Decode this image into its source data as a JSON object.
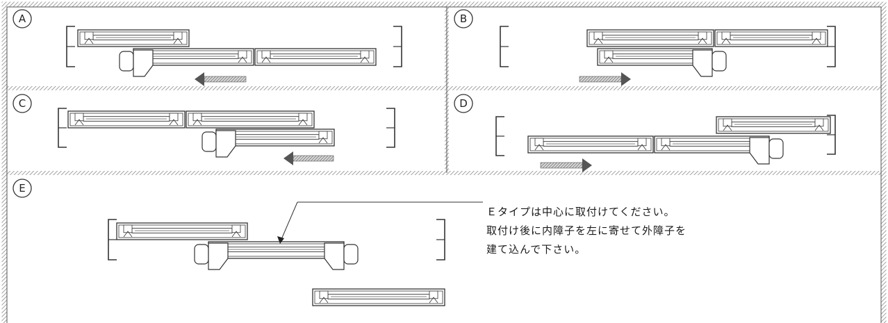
{
  "panels": [
    {
      "id": "A",
      "label": "A"
    },
    {
      "id": "B",
      "label": "B"
    },
    {
      "id": "C",
      "label": "C"
    },
    {
      "id": "D",
      "label": "D"
    },
    {
      "id": "E",
      "label": "E"
    }
  ],
  "note": {
    "line1": "Ｅタイプは中心に取付けてください。",
    "line2": "取付け後に内障子を左に寄せて外障子を",
    "line3": "建て込んで下さい。"
  },
  "colors": {
    "frame": "#444444",
    "hatch": "#9a9a9a",
    "line": "#333333",
    "paper": "#ffffff"
  }
}
